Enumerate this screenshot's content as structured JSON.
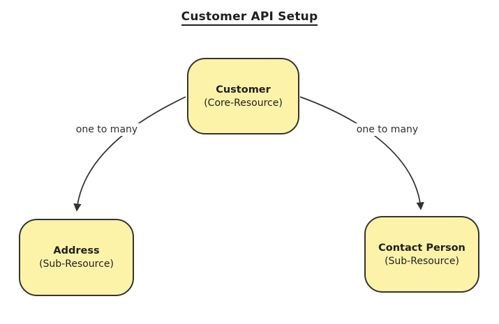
{
  "title": "Customer API Setup",
  "nodes": [
    {
      "id": "customer",
      "name": "Customer",
      "subtitle": "(Core-Resource)"
    },
    {
      "id": "address",
      "name": "Address",
      "subtitle": "(Sub-Resource)"
    },
    {
      "id": "contact-person",
      "name": "Contact Person",
      "subtitle": "(Sub-Resource)"
    }
  ],
  "edges": [
    {
      "from": "Customer",
      "to": "Address",
      "label": "one to many"
    },
    {
      "from": "Customer",
      "to": "Contact Person",
      "label": "one to many"
    }
  ],
  "colors": {
    "background": "#FFFFFF",
    "node_fill": "#FCF3A9",
    "node_border": "#333330",
    "edge_stroke": "#333333",
    "text": "#1F1F1F"
  }
}
